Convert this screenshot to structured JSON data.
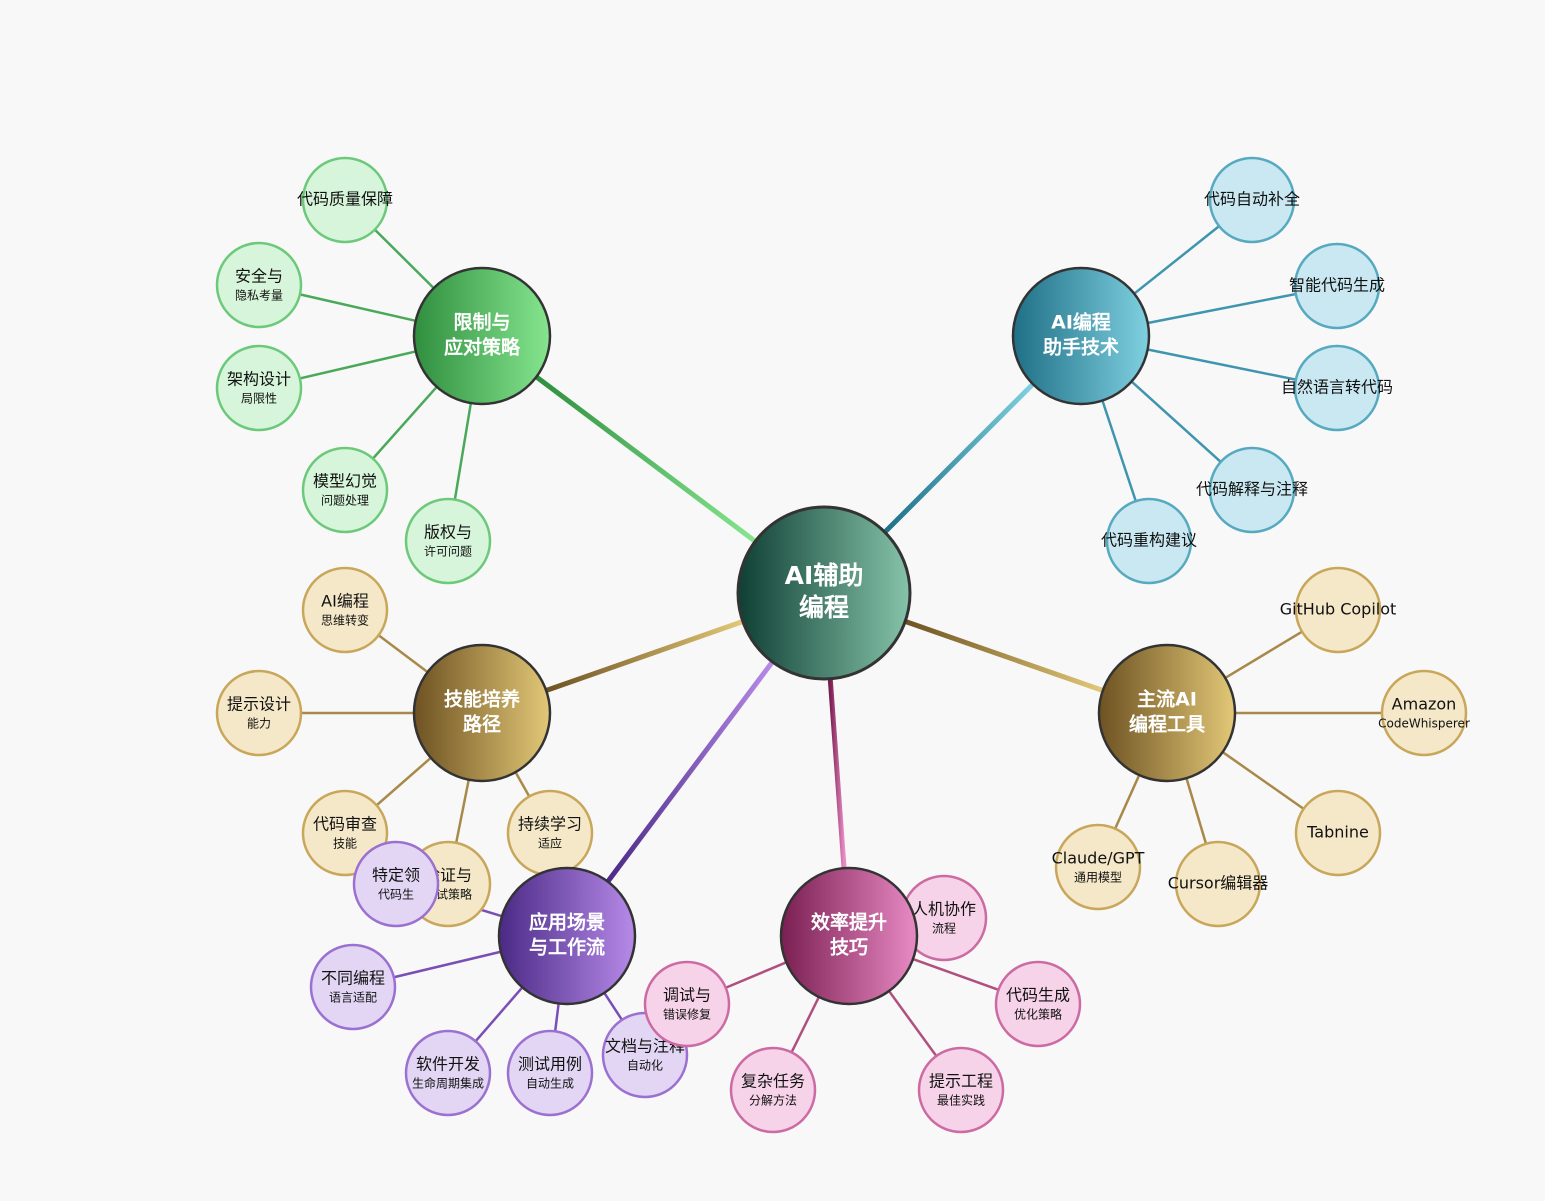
{
  "center": {
    "lines": [
      "AI辅助",
      "编程"
    ]
  },
  "branches": [
    {
      "id": "limits",
      "lines": [
        "限制与",
        "应对策略"
      ],
      "palette": "green",
      "leaves": [
        {
          "t1": "代码质量保障",
          "t2": ""
        },
        {
          "t1": "安全与",
          "t2": "隐私考量"
        },
        {
          "t1": "架构设计",
          "t2": "局限性"
        },
        {
          "t1": "模型幻觉",
          "t2": "问题处理"
        },
        {
          "t1": "版权与",
          "t2": "许可问题"
        }
      ]
    },
    {
      "id": "assistant-tech",
      "lines": [
        "AI编程",
        "助手技术"
      ],
      "palette": "teal",
      "leaves": [
        {
          "t1": "代码自动补全",
          "t2": ""
        },
        {
          "t1": "智能代码生成",
          "t2": ""
        },
        {
          "t1": "自然语言转代码",
          "t2": ""
        },
        {
          "t1": "代码解释与注释",
          "t2": ""
        },
        {
          "t1": "代码重构建议",
          "t2": ""
        }
      ]
    },
    {
      "id": "skills",
      "lines": [
        "技能培养",
        "路径"
      ],
      "palette": "gold",
      "leaves": [
        {
          "t1": "AI编程",
          "t2": "思维转变"
        },
        {
          "t1": "提示设计",
          "t2": "能力"
        },
        {
          "t1": "代码审查",
          "t2": "技能"
        },
        {
          "t1": "验证与",
          "t2": "测试策略"
        },
        {
          "t1": "持续学习",
          "t2": "适应"
        }
      ]
    },
    {
      "id": "tools",
      "lines": [
        "主流AI",
        "编程工具"
      ],
      "palette": "gold",
      "leaves": [
        {
          "t1": "GitHub Copilot",
          "t2": ""
        },
        {
          "t1": "Amazon",
          "t2": "CodeWhisperer"
        },
        {
          "t1": "Tabnine",
          "t2": ""
        },
        {
          "t1": "Cursor编辑器",
          "t2": ""
        },
        {
          "t1": "Claude/GPT",
          "t2": "通用模型"
        }
      ]
    },
    {
      "id": "scenarios",
      "lines": [
        "应用场景",
        "与工作流"
      ],
      "palette": "purple",
      "leaves": [
        {
          "t1": "特定领",
          "t2": "代码生"
        },
        {
          "t1": "不同编程",
          "t2": "语言适配"
        },
        {
          "t1": "软件开发",
          "t2": "生命周期集成"
        },
        {
          "t1": "测试用例",
          "t2": "自动生成"
        },
        {
          "t1": "文档与注释",
          "t2": "自动化"
        }
      ]
    },
    {
      "id": "efficiency",
      "lines": [
        "效率提升",
        "技巧"
      ],
      "palette": "pink",
      "leaves": [
        {
          "t1": "人机协作",
          "t2": "流程"
        },
        {
          "t1": "代码生成",
          "t2": "优化策略"
        },
        {
          "t1": "提示工程",
          "t2": "最佳实践"
        },
        {
          "t1": "复杂任务",
          "t2": "分解方法"
        },
        {
          "t1": "调试与",
          "t2": "错误修复"
        }
      ]
    }
  ],
  "colors": {
    "background": "#f8f8f8",
    "green": {
      "dark": "#2f8f3f",
      "light": "#86e58e",
      "leafFill": "#d6f5da",
      "leafStroke": "#6cc97a",
      "link": "#4aa85a"
    },
    "teal": {
      "dark": "#1f6f86",
      "light": "#7fd0e0",
      "leafFill": "#c9e8f1",
      "leafStroke": "#56a9bf",
      "link": "#3f95ae"
    },
    "gold": {
      "dark": "#6e5222",
      "light": "#e2c877",
      "leafFill": "#f5e8c8",
      "leafStroke": "#c8a65a",
      "link": "#a9894a"
    },
    "purple": {
      "dark": "#4a2a86",
      "light": "#b78ae8",
      "leafFill": "#e2d6f4",
      "leafStroke": "#9b70d0",
      "link": "#7a4fb5"
    },
    "pink": {
      "dark": "#7a1f52",
      "light": "#e88ac4",
      "leafFill": "#f6d3e8",
      "leafStroke": "#cc6aa4",
      "link": "#b0507f"
    },
    "center": {
      "dark": "#0f3f34",
      "light": "#86c4aa"
    }
  }
}
